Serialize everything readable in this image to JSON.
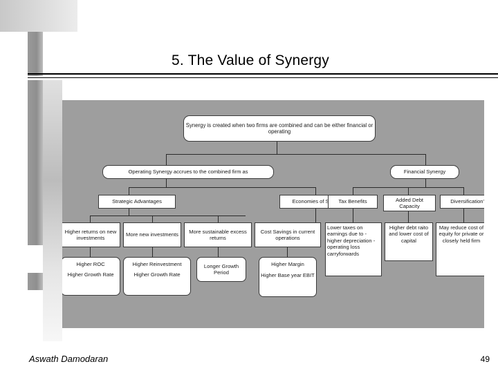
{
  "slide": {
    "title": "5. The Value of Synergy",
    "footer_author": "Aswath Damodaran",
    "page_number": "49"
  },
  "diagram": {
    "type": "tree",
    "background_color": "#9e9e9e",
    "nodes": {
      "root": "Synergy is created when two firms are combined and can be either financial or operating",
      "operating": "Operating Synergy accrues to the combined firm as",
      "financial": "Financial Synergy",
      "strategic_advantages": "Strategic Advantages",
      "economies_of_scale": "Economies of Scale",
      "tax_benefits": "Tax Benefits",
      "added_debt_capacity": "Added Debt Capacity",
      "diversification": "Diversification?",
      "higher_returns": "Higher returns on new investments",
      "more_new_investments": "More new investments",
      "more_sustainable": "More sustainable excess returns",
      "cost_savings": "Cost Savings in current operations",
      "lower_taxes": "Lower taxes on earnings due to - higher depreciation - operating loss carryforwards",
      "higher_debt_ratio": "Higher debt raito and lower cost of capital",
      "may_reduce_cost": "May reduce cost of equity for private or closely held firm",
      "higher_roc": "Higher ROC",
      "higher_growth_rate_1": "Higher Growth Rate",
      "higher_reinvestment": "Higher Reinvestment",
      "higher_growth_rate_2": "Higher Growth Rate",
      "longer_growth_period": "Longer Growth Period",
      "higher_margin": "Higher Margin",
      "higher_base_year_ebit": "Higher Base year EBIT"
    }
  }
}
